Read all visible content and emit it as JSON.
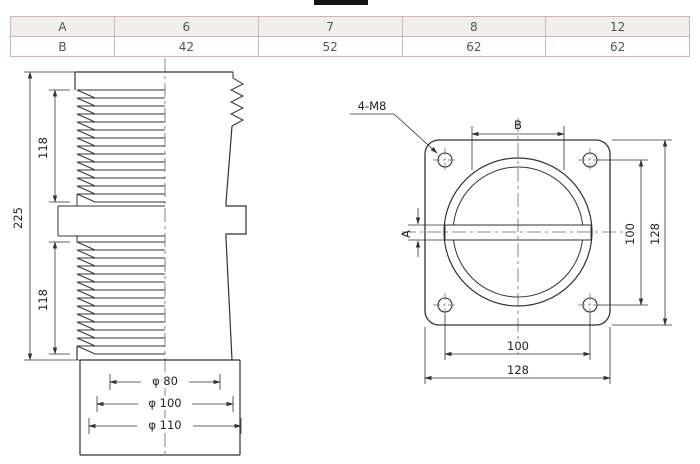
{
  "table": {
    "rows": [
      {
        "label": "A",
        "values": [
          "6",
          "7",
          "8",
          "12"
        ]
      },
      {
        "label": "B",
        "values": [
          "42",
          "52",
          "62",
          "62"
        ]
      }
    ]
  },
  "left_view": {
    "total_height": "225",
    "upper_section": "118",
    "lower_section": "118",
    "dia_small": "φ 80",
    "dia_mid": "φ 100",
    "dia_large": "φ 110"
  },
  "right_view": {
    "bolt_callout": "4-M8",
    "top_dim": "B",
    "slot_dim": "A",
    "right_inner": "100",
    "right_outer": "128",
    "bottom_inner": "100",
    "bottom_outer": "128"
  },
  "colors": {
    "line": "#333333",
    "centerline": "#666666",
    "table_border": "#d4b2b2"
  }
}
